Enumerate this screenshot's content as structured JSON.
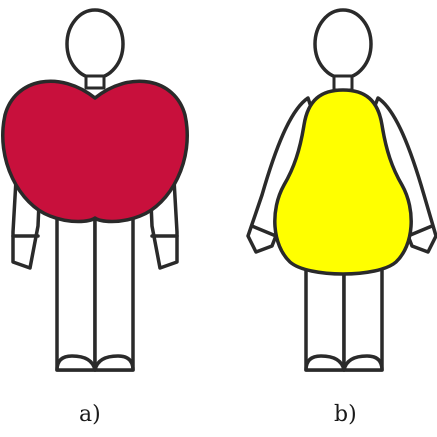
{
  "figures": [
    {
      "caption": "a)",
      "shape": "apple",
      "fill_color": "#c8103c"
    },
    {
      "caption": "b)",
      "shape": "pear",
      "fill_color": "#ffff00"
    }
  ],
  "outline_color": "#2a2a2a",
  "background_color": "#ffffff"
}
